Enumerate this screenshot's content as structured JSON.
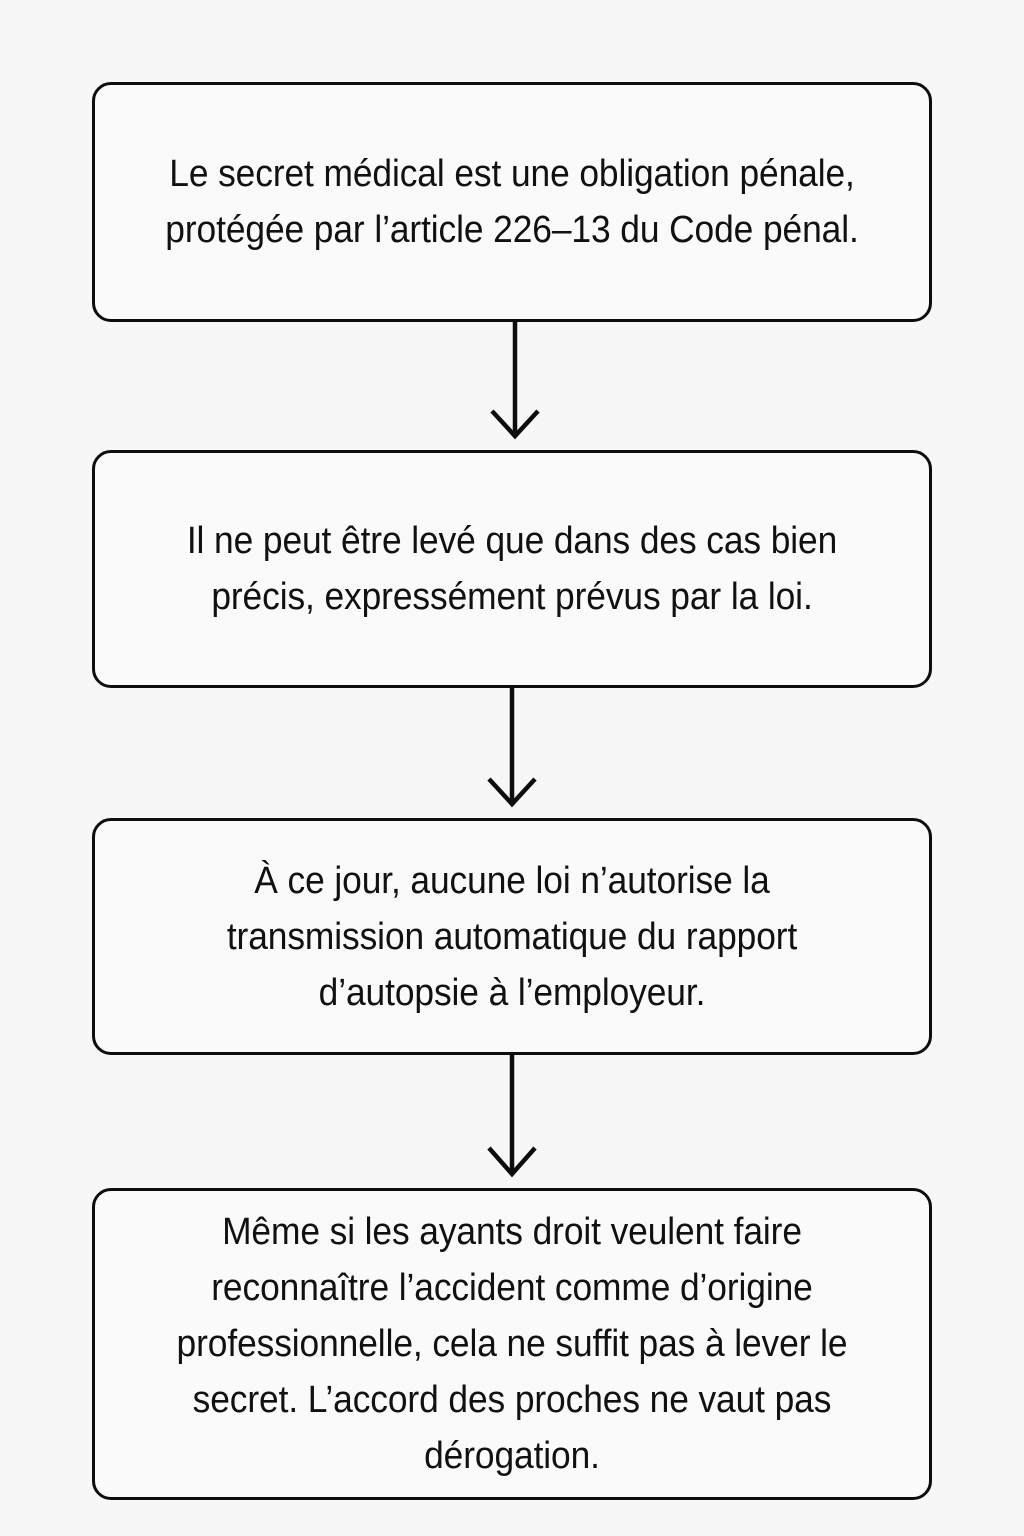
{
  "diagram": {
    "type": "flowchart",
    "orientation": "vertical-top-to-bottom",
    "background_color": "#f7f7f7",
    "node_fill_color": "#fafafa",
    "node_border_color": "#0d0d0d",
    "text_color": "#111111",
    "nodes": [
      {
        "id": "node-1",
        "text": "Le secret médical est une obligation pénale, protégée par l’article 226–13 du Code pénal."
      },
      {
        "id": "node-2",
        "text": "Il ne peut être levé que dans des cas bien précis, expressément prévus par la loi."
      },
      {
        "id": "node-3",
        "text": "À ce jour, aucune loi n’autorise la transmission automatique du rapport d’autopsie à l’employeur."
      },
      {
        "id": "node-4",
        "text": "Même si les ayants droit veulent faire reconnaître l’accident comme d’origine professionnelle, cela ne suffit pas à lever le secret. L’accord des proches ne vaut pas dérogation."
      }
    ],
    "connectors": [
      {
        "id": "connector-1",
        "from": "node-1",
        "to": "node-2",
        "style": "arrow-down"
      },
      {
        "id": "connector-2",
        "from": "node-2",
        "to": "node-3",
        "style": "arrow-down"
      },
      {
        "id": "connector-3",
        "from": "node-3",
        "to": "node-4",
        "style": "arrow-down"
      }
    ]
  }
}
